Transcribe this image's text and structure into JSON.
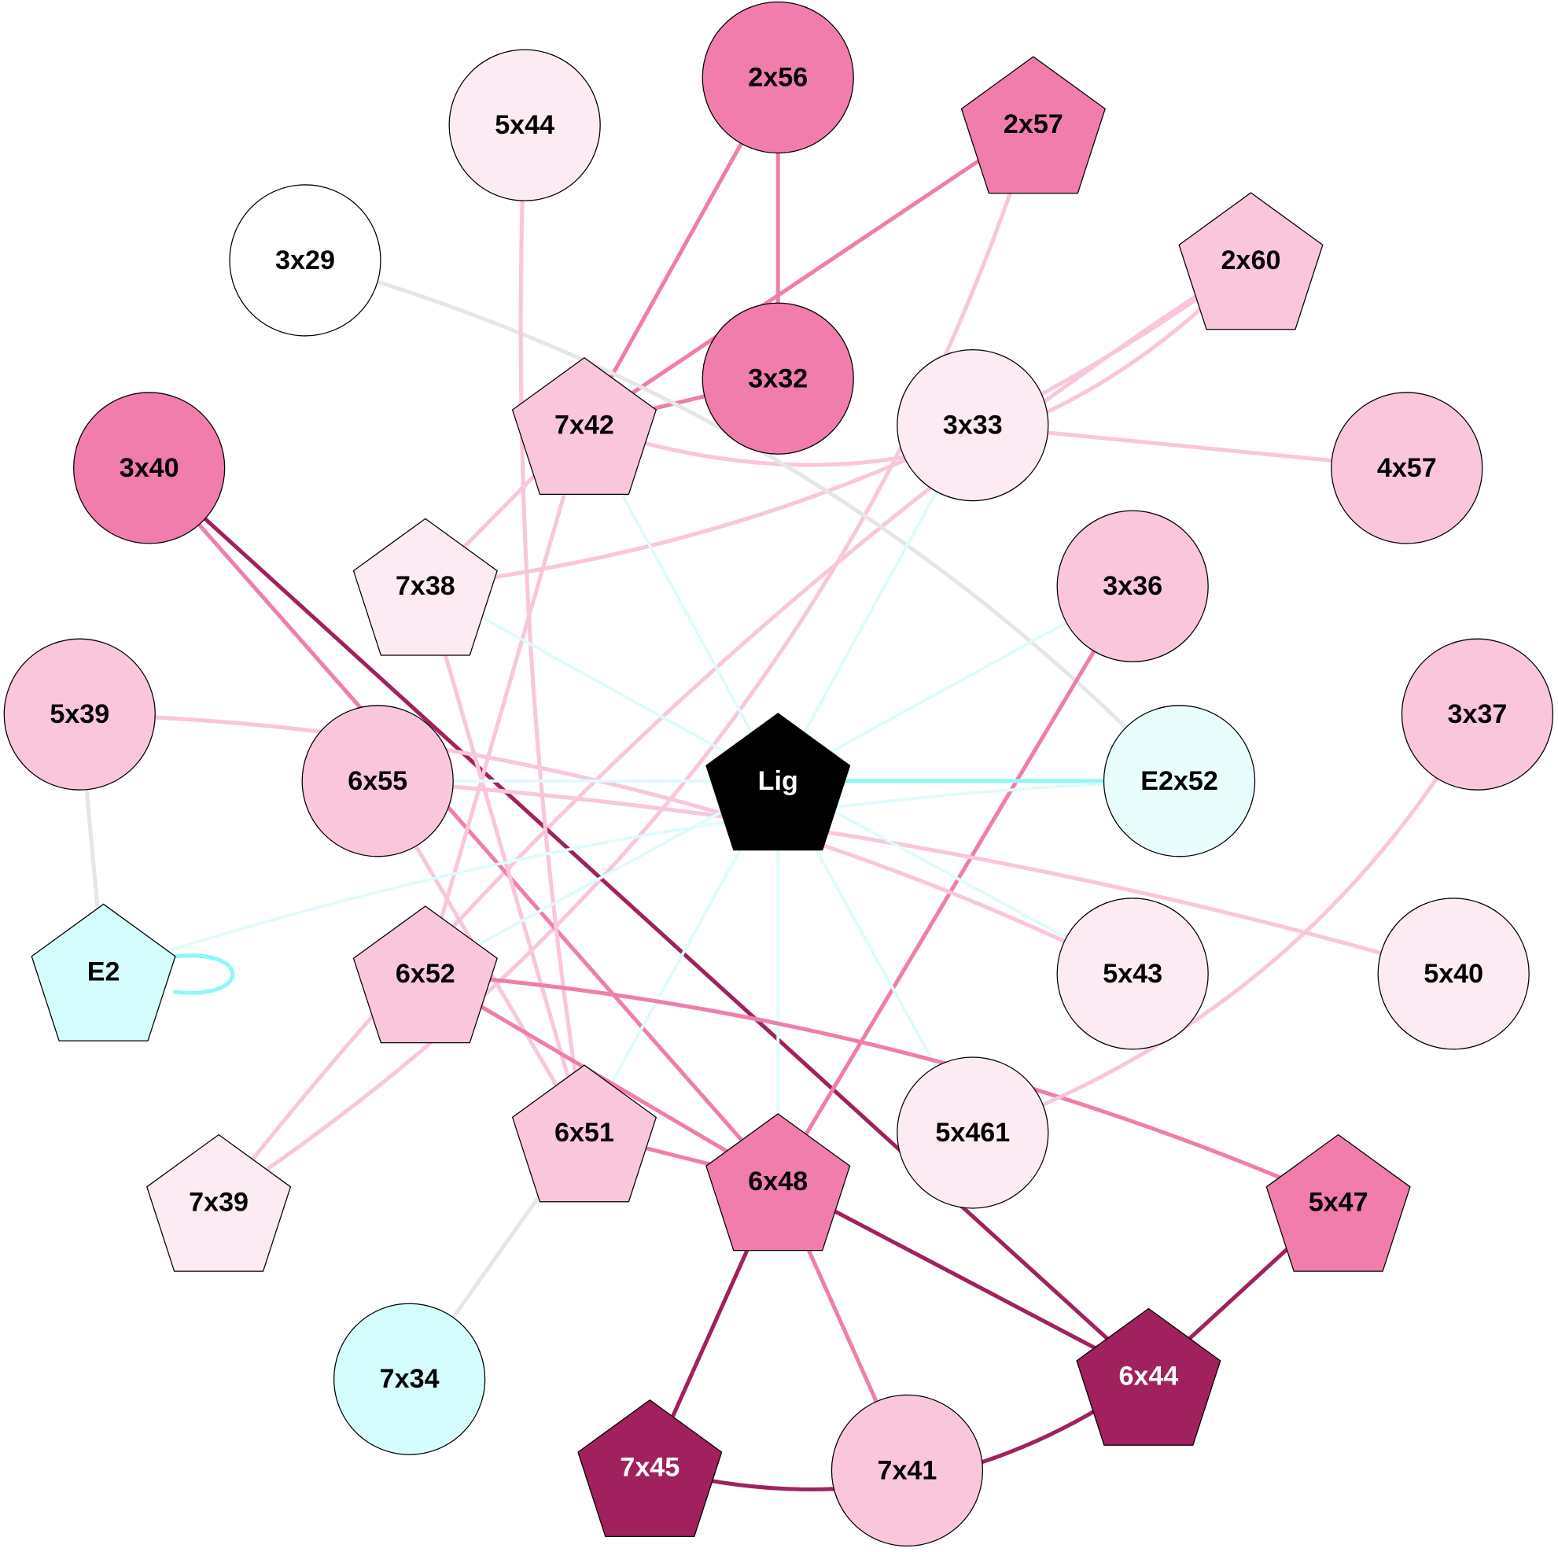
{
  "colors": {
    "dark": "#a0215e",
    "medium": "#f07dab",
    "light": "#f9c6dc",
    "pale": "#fcebf3",
    "white": "#ffffff",
    "cyan": "#d5fdfd",
    "palecyan": "#e9fdfd",
    "black": "#000000",
    "gray": "#e6e6e6",
    "cyanedge": "#8ff7f7",
    "palecyanedge": "#dffcfc"
  },
  "nodes": [
    {
      "id": "2x56",
      "shape": "circle",
      "fill": "medium"
    },
    {
      "id": "5x44",
      "shape": "circle",
      "fill": "pale"
    },
    {
      "id": "2x57",
      "shape": "pentagon",
      "fill": "medium"
    },
    {
      "id": "3x29",
      "shape": "circle",
      "fill": "white"
    },
    {
      "id": "2x60",
      "shape": "pentagon",
      "fill": "light"
    },
    {
      "id": "3x32",
      "shape": "circle",
      "fill": "medium"
    },
    {
      "id": "7x42",
      "shape": "pentagon",
      "fill": "light"
    },
    {
      "id": "3x33",
      "shape": "circle",
      "fill": "pale"
    },
    {
      "id": "4x57",
      "shape": "circle",
      "fill": "light"
    },
    {
      "id": "3x40",
      "shape": "circle",
      "fill": "medium"
    },
    {
      "id": "3x36",
      "shape": "circle",
      "fill": "light"
    },
    {
      "id": "7x38",
      "shape": "pentagon",
      "fill": "pale"
    },
    {
      "id": "5x39",
      "shape": "circle",
      "fill": "light"
    },
    {
      "id": "3x37",
      "shape": "circle",
      "fill": "light"
    },
    {
      "id": "6x55",
      "shape": "circle",
      "fill": "light"
    },
    {
      "id": "Lig",
      "shape": "pentagon",
      "fill": "black"
    },
    {
      "id": "E2x52",
      "shape": "circle",
      "fill": "palecyan"
    },
    {
      "id": "E2",
      "shape": "pentagon",
      "fill": "cyan"
    },
    {
      "id": "6x52",
      "shape": "pentagon",
      "fill": "light"
    },
    {
      "id": "5x43",
      "shape": "circle",
      "fill": "pale"
    },
    {
      "id": "5x40",
      "shape": "circle",
      "fill": "pale"
    },
    {
      "id": "6x51",
      "shape": "pentagon",
      "fill": "light"
    },
    {
      "id": "5x461",
      "shape": "circle",
      "fill": "pale"
    },
    {
      "id": "6x48",
      "shape": "pentagon",
      "fill": "medium"
    },
    {
      "id": "7x39",
      "shape": "pentagon",
      "fill": "pale"
    },
    {
      "id": "5x47",
      "shape": "pentagon",
      "fill": "medium"
    },
    {
      "id": "7x34",
      "shape": "circle",
      "fill": "cyan"
    },
    {
      "id": "6x44",
      "shape": "pentagon",
      "fill": "dark"
    },
    {
      "id": "7x45",
      "shape": "pentagon",
      "fill": "dark"
    },
    {
      "id": "7x41",
      "shape": "circle",
      "fill": "light"
    }
  ],
  "edges": [
    {
      "from": "2x56",
      "to": "3x32",
      "color": "medium"
    },
    {
      "from": "2x56",
      "to": "7x42",
      "color": "medium"
    },
    {
      "from": "2x57",
      "to": "7x42",
      "color": "medium"
    },
    {
      "from": "3x32",
      "to": "7x42",
      "color": "medium"
    },
    {
      "from": "2x57",
      "to": "7x39",
      "color": "light"
    },
    {
      "from": "2x60",
      "to": "7x39",
      "color": "light"
    },
    {
      "from": "2x60",
      "to": "7x42",
      "color": "light"
    },
    {
      "from": "2x60",
      "to": "7x38",
      "color": "light"
    },
    {
      "from": "3x29",
      "to": "E2x52",
      "color": "gray"
    },
    {
      "from": "3x33",
      "to": "4x57",
      "color": "light"
    },
    {
      "from": "3x33",
      "to": "Lig",
      "color": "palecyanedge"
    },
    {
      "from": "3x40",
      "to": "6x44",
      "color": "dark"
    },
    {
      "from": "3x40",
      "to": "6x48",
      "color": "medium"
    },
    {
      "from": "5x44",
      "to": "6x51",
      "color": "light"
    },
    {
      "from": "7x42",
      "to": "6x52",
      "color": "light"
    },
    {
      "from": "7x42",
      "to": "Lig",
      "color": "palecyanedge"
    },
    {
      "from": "7x38",
      "to": "7x42",
      "color": "light"
    },
    {
      "from": "7x38",
      "to": "6x51",
      "color": "light"
    },
    {
      "from": "7x38",
      "to": "Lig",
      "color": "palecyanedge"
    },
    {
      "from": "3x36",
      "to": "6x48",
      "color": "medium"
    },
    {
      "from": "3x36",
      "to": "Lig",
      "color": "palecyanedge"
    },
    {
      "from": "5x39",
      "to": "E2",
      "color": "gray"
    },
    {
      "from": "5x39",
      "to": "5x43",
      "color": "light"
    },
    {
      "from": "6x55",
      "to": "5x40",
      "color": "light"
    },
    {
      "from": "6x55",
      "to": "Lig",
      "color": "palecyanedge"
    },
    {
      "from": "6x55",
      "to": "6x51",
      "color": "light"
    },
    {
      "from": "Lig",
      "to": "E2x52",
      "color": "cyanedge"
    },
    {
      "from": "E2x52",
      "to": "E2",
      "color": "palecyanedge"
    },
    {
      "from": "Lig",
      "to": "5x43",
      "color": "palecyanedge"
    },
    {
      "from": "Lig",
      "to": "5x461",
      "color": "palecyanedge"
    },
    {
      "from": "Lig",
      "to": "6x51",
      "color": "palecyanedge"
    },
    {
      "from": "Lig",
      "to": "6x48",
      "color": "palecyanedge"
    },
    {
      "from": "Lig",
      "to": "6x52",
      "color": "palecyanedge"
    },
    {
      "from": "E2",
      "to": "E2",
      "color": "cyanedge"
    },
    {
      "from": "6x52",
      "to": "5x47",
      "color": "medium"
    },
    {
      "from": "6x52",
      "to": "6x48",
      "color": "medium"
    },
    {
      "from": "3x37",
      "to": "5x461",
      "color": "light"
    },
    {
      "from": "6x51",
      "to": "6x48",
      "color": "medium"
    },
    {
      "from": "6x51",
      "to": "7x34",
      "color": "gray"
    },
    {
      "from": "6x48",
      "to": "6x44",
      "color": "dark"
    },
    {
      "from": "6x48",
      "to": "7x45",
      "color": "dark"
    },
    {
      "from": "6x48",
      "to": "7x41",
      "color": "medium"
    },
    {
      "from": "5x47",
      "to": "6x44",
      "color": "dark"
    },
    {
      "from": "6x44",
      "to": "7x45",
      "color": "dark"
    }
  ]
}
